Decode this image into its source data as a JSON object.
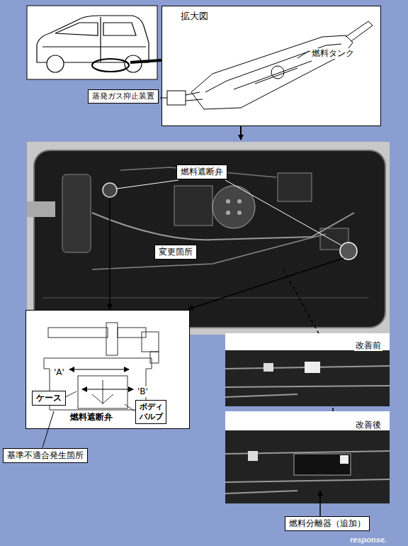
{
  "diagram": {
    "nodes": [
      {
        "text": [
          "拡大図"
        ]
      },
      {
        "text": [
          "蒸発ガス抑止装置"
        ]
      },
      {
        "text": [
          "燃料遮断弁"
        ]
      },
      {
        "text": [
          "変更箇所"
        ]
      },
      {
        "text": [
          "燃料遮断弁"
        ]
      },
      {
        "text": [
          "ケース"
        ],
        "in": 4
      },
      {
        "text": [
          "ボディバルブ"
        ],
        "in": 4
      },
      {
        "text": [
          "基準不適合発生箇所"
        ]
      },
      {
        "text": [
          "燃料分離器（追加）"
        ]
      }
    ],
    "labels": [
      "燃料タンク",
      "'A'",
      "'B'",
      "改善前",
      "改善後",
      "response."
    ]
  }
}
